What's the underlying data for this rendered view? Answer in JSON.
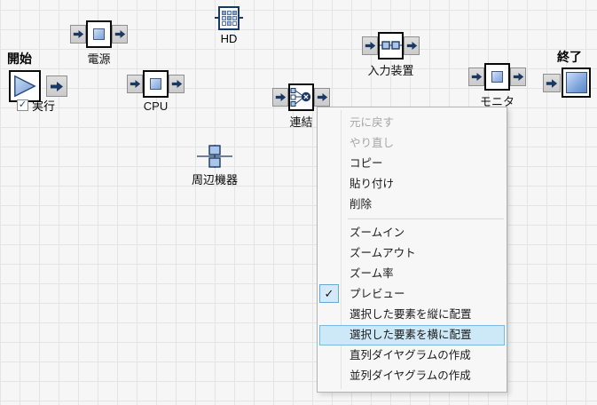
{
  "diagram": {
    "start": {
      "title": "開始",
      "run_label": "実行",
      "run_checked": true,
      "checkmark": "✓"
    },
    "power": {
      "label": "電源"
    },
    "cpu": {
      "label": "CPU"
    },
    "hd": {
      "label": "HD"
    },
    "input_device": {
      "label": "入力装置"
    },
    "link": {
      "label": "連結"
    },
    "monitor": {
      "label": "モニタ"
    },
    "end": {
      "title": "終了"
    },
    "peripheral": {
      "label": "周辺機器"
    }
  },
  "context_menu": {
    "checkmark": "✓",
    "items": [
      {
        "label": "元に戻す",
        "disabled": true
      },
      {
        "label": "やり直し",
        "disabled": true
      },
      {
        "label": "コピー"
      },
      {
        "label": "貼り付け"
      },
      {
        "label": "削除"
      },
      {
        "separator": true
      },
      {
        "label": "ズームイン"
      },
      {
        "label": "ズームアウト"
      },
      {
        "label": "ズーム率"
      },
      {
        "label": "プレビュー",
        "checked": true
      },
      {
        "label": "選択した要素を縦に配置"
      },
      {
        "label": "選択した要素を横に配置",
        "highlighted": true
      },
      {
        "label": "直列ダイヤグラムの作成"
      },
      {
        "label": "並列ダイヤグラムの作成"
      }
    ]
  },
  "colors": {
    "canvas_bg": "#f5f6f5",
    "grid_line": "#e3e4e4",
    "arrow": "#1a3866",
    "button_bg": "#d4d4d4",
    "node_border": "#0a0a0a",
    "menu_bg": "#f7f7f7",
    "menu_highlight_bg": "#cde8f7",
    "menu_highlight_border": "#7ab8e0",
    "menu_disabled_text": "#a6a6a6"
  }
}
